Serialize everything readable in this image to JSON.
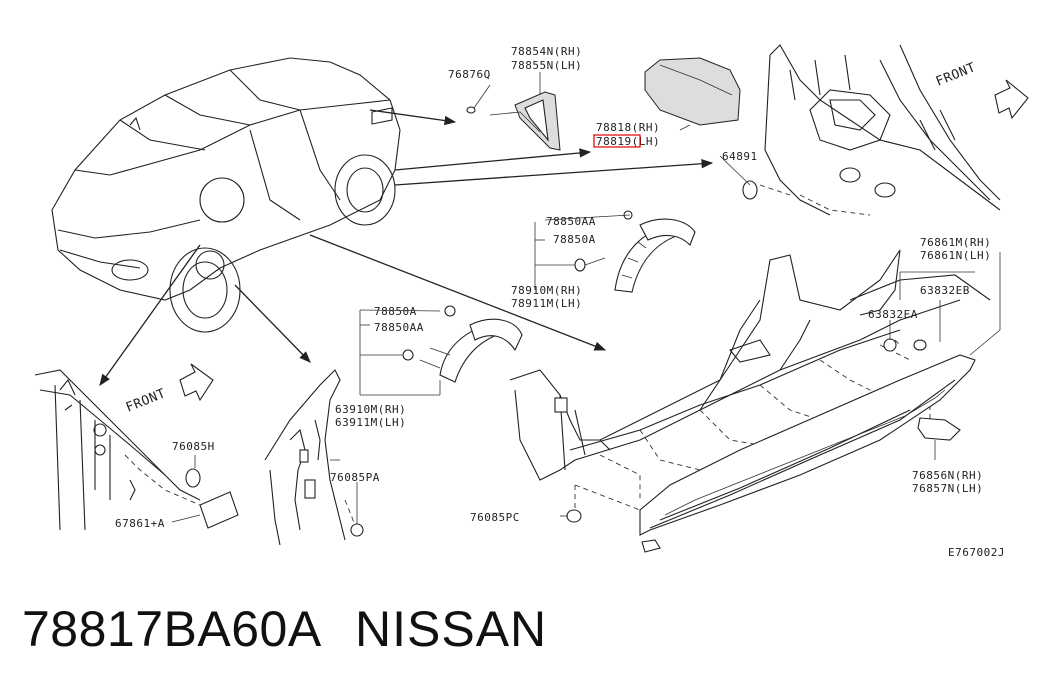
{
  "diagram_ref": "E767002J",
  "front_labels": [
    "FRONT",
    "FRONT"
  ],
  "labels": {
    "p76876Q": "76876Q",
    "p78854N": "78854N(RH)",
    "p78855N": "78855N(LH)",
    "p78818": "78818(RH)",
    "p78819": "78819(LH)",
    "p64891": "64891",
    "p78850AA_top": "78850AA",
    "p78850A_top": "78850A",
    "p78910M": "78910M(RH)",
    "p78911M": "78911M(LH)",
    "p76861M": "76861M(RH)",
    "p76861N": "76861N(LH)",
    "p63832EB": "63832EB",
    "p63832EA": "63832EA",
    "p78850A_mid": "78850A",
    "p78850AA_mid": "78850AA",
    "p63910M": "63910M(RH)",
    "p63911M": "63911M(LH)",
    "p76085H": "76085H",
    "p67861": "67861+A",
    "p76085PA": "76085PA",
    "p76085PC": "76085PC",
    "p76856N": "76856N(RH)",
    "p76857N": "76857N(LH)"
  },
  "highlight_color": "#e00000",
  "footer": {
    "part_number": "78817BA60A",
    "brand": "NISSAN"
  }
}
